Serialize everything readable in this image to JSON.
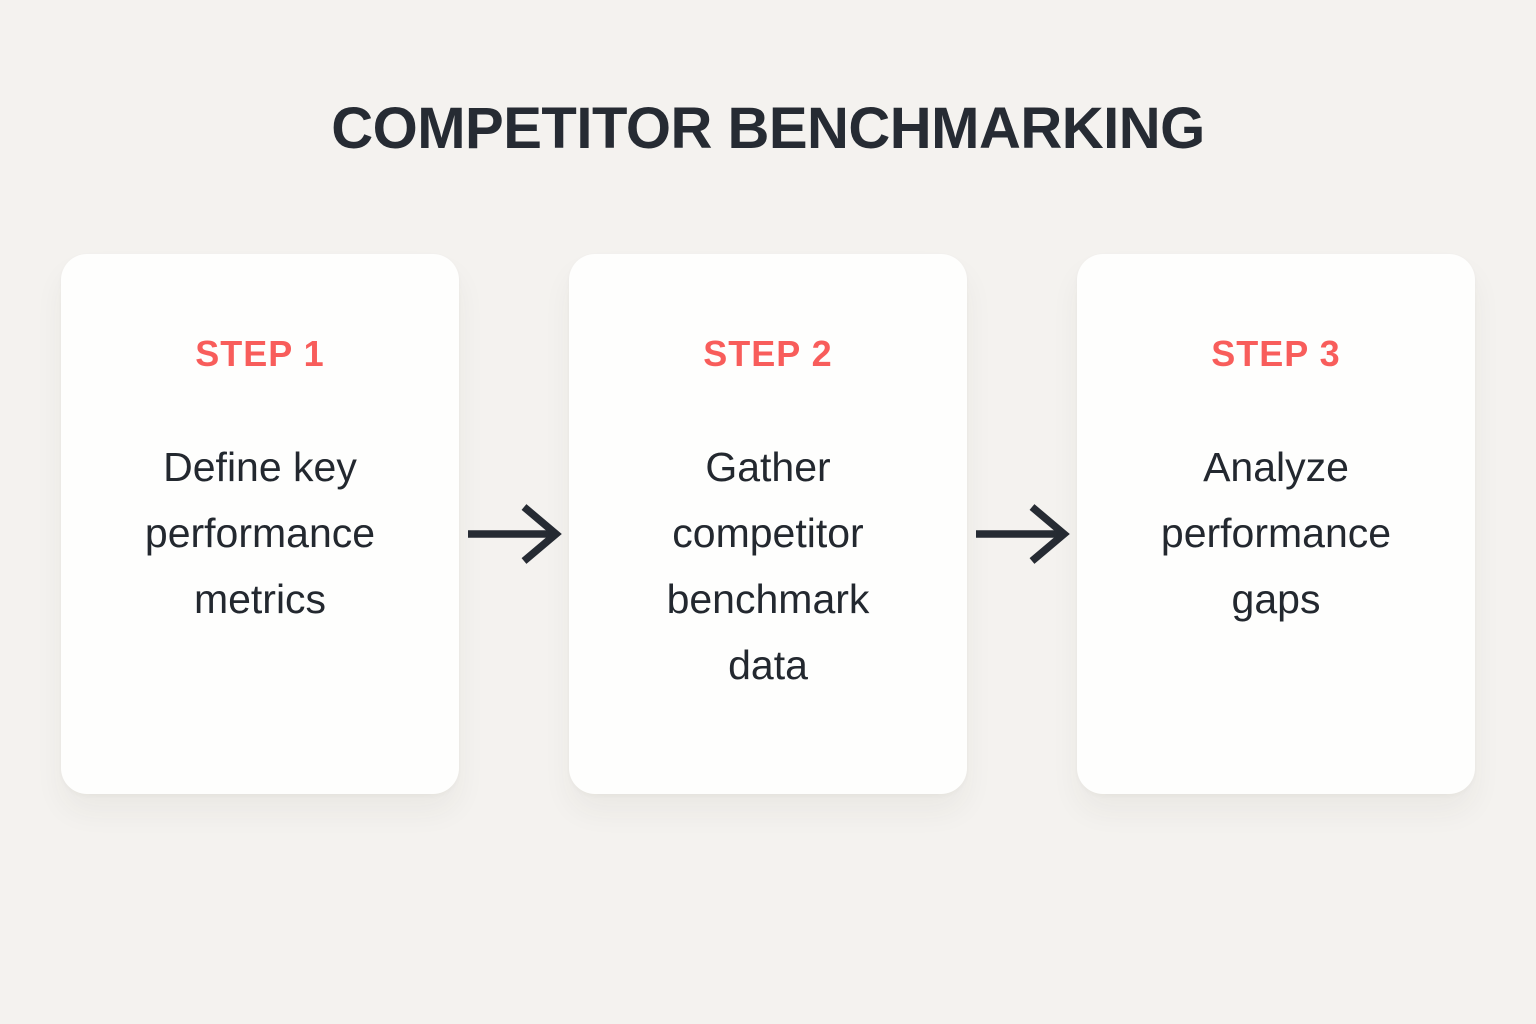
{
  "title": "COMPETITOR BENCHMARKING",
  "colors": {
    "background": "#f4f2ef",
    "card": "#fefefd",
    "accent_red": "#f85d5b",
    "text_dark": "#23282f",
    "title_dark": "#262b33",
    "arrow_dark": "#262b33"
  },
  "icons": {
    "flow_arrow": "right-arrow"
  },
  "steps": [
    {
      "label": "STEP 1",
      "description": "Define key\nperformance\nmetrics"
    },
    {
      "label": "STEP 2",
      "description": "Gather\ncompetitor\nbenchmark\ndata"
    },
    {
      "label": "STEP 3",
      "description": "Analyze\nperformance\ngaps"
    }
  ]
}
